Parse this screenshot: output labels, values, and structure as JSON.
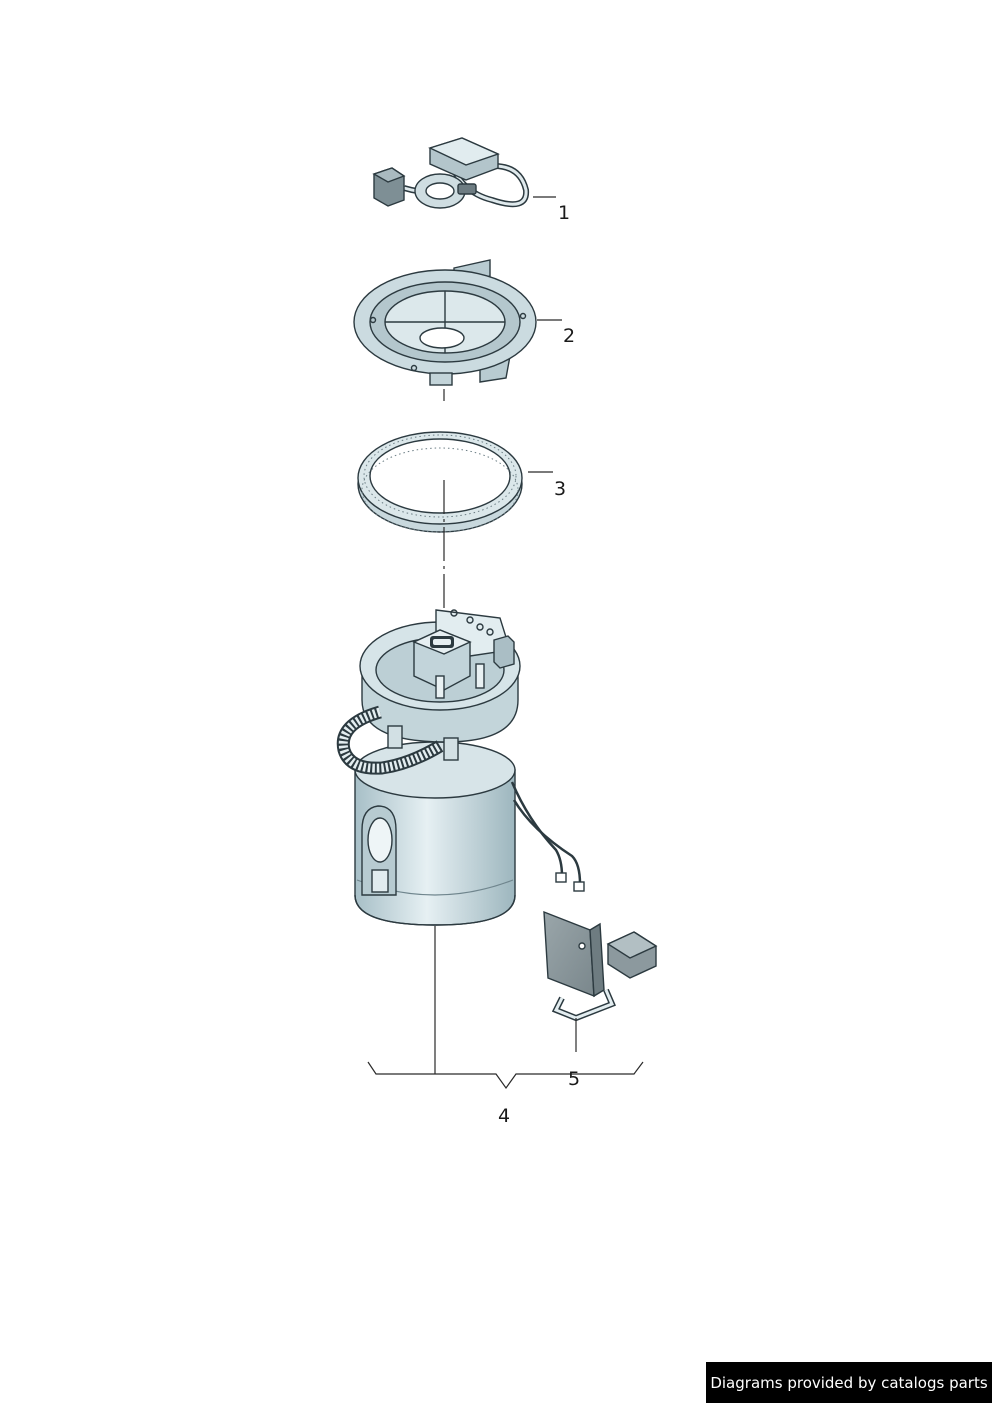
{
  "callouts": {
    "c1": "1",
    "c2": "2",
    "c3": "3",
    "c4": "4",
    "c5": "5"
  },
  "credit": "Diagrams provided by catalogs parts",
  "colors": {
    "part_fill": "#c9dadf",
    "part_light": "#e3eef1",
    "part_shadow": "#a4bcc4",
    "outline": "#2c3a40",
    "dark_part": "#8b999e",
    "credit_bg": "#000000"
  }
}
